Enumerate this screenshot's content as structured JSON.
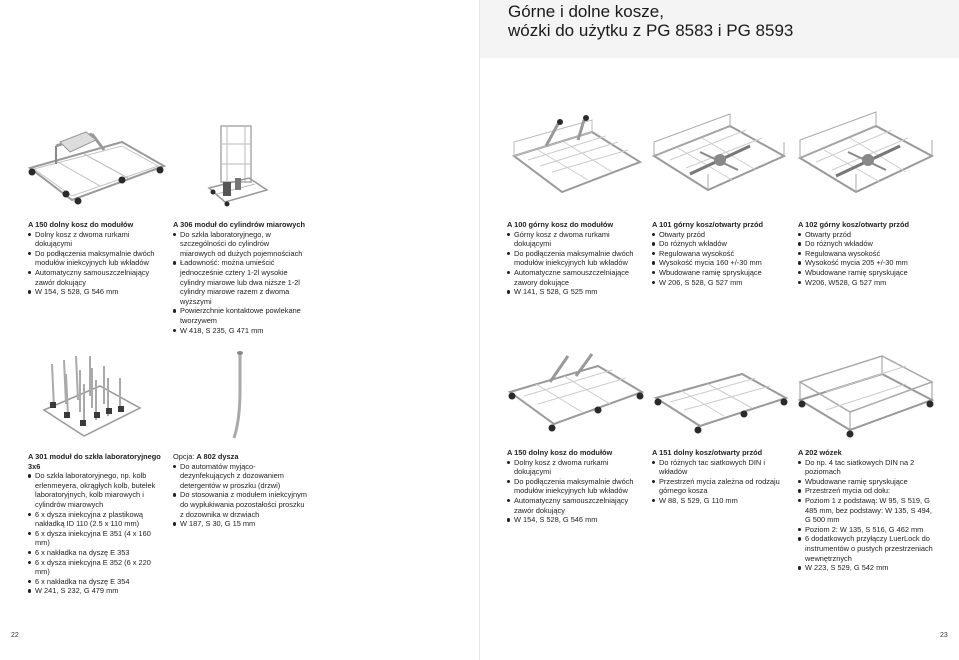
{
  "header": {
    "title_line1": "Górne i dolne kosze,",
    "title_line2": "wózki do użytku z PG 8583 i PG 8593"
  },
  "products_top": [
    {
      "title": "A 150 dolny kosz do modułów",
      "bullets": [
        "Dolny kosz z dwoma rurkami dokującymi",
        "Do podłączenia maksymalnie dwóch modułów iniekcyjnych lub wkładów",
        "Automatyczny samouszczelniający zawór dokujący",
        "W 154, S 528, G 546 mm"
      ]
    },
    {
      "title": "A 306 moduł do cylindrów miarowych",
      "bullets": [
        "Do szkła laboratoryjnego, w szczególności do cylindrów miarowych od dużych pojemnościach",
        "Ładowność: można umieścić jednocześnie cztery 1-2l wysokie cylindry miarowe lub dwa niższe 1-2l cylindry miarowe razem z dwoma wyższymi",
        "Powierzchnie kontaktowe powlekane tworzywem",
        "W 418, S 235, G 471 mm"
      ]
    },
    {
      "title": "A 100 górny kosz do modułów",
      "bullets": [
        "Górny kosz z dwoma rurkami dokującymi",
        "Do podłączenia maksymalnie dwóch modułów iniekcyjnych lub wkładów",
        "Automatyczne samouszczelniające zawory dokujące",
        "W 141, S 528, G 525 mm"
      ]
    },
    {
      "title": "A 101 górny kosz/otwarty przód",
      "bullets": [
        "Otwarty przód",
        "Do różnych wkładów",
        "Regulowana wysokość",
        "Wysokość mycia 160 +/-30 mm",
        "Wbudowane ramię spryskujące",
        "W 206, S 528, G 527 mm"
      ]
    },
    {
      "title": "A 102 górny kosz/otwarty przód",
      "bullets": [
        "Otwarty przód",
        "Do różnych wkładów",
        "Regulowana wysokość",
        "Wysokość mycia 205 +/-30 mm",
        "Wbudowane ramię spryskujące",
        "W206, W528, G 527 mm"
      ]
    }
  ],
  "products_bottom": [
    {
      "title": "A 301 moduł do szkła laboratoryjnego 3x6",
      "bullets": [
        "Do szkła laboratoryjnego, np. kolb erlenmeyera, okrągłych kolb, butelek laboratoryjnych, kolb miarowych i cylindrów miarowych",
        "6 x dysza iniekcyjna z plastikową nakładką ID 110 (2.5 x 110 mm)",
        "6 x dysza iniekcyjna E 351 (4 x 160 mm)",
        "6 x nakładka na dyszę E 353",
        "6 x dysza iniekcyjna E 352 (6 x 220 mm)",
        "6 x nakładka na dyszę E 354",
        "W 241, S 232, G 479 mm"
      ]
    },
    {
      "title_prefix": "Opcja: ",
      "title": "A 802 dysza",
      "bullets": [
        "Do automatów myjąco-dezynfekujących z dozowaniem detergentów w proszku (drzwi)",
        "Do stosowania z modułem iniekcyjnym do wypłukiwania pozostałości proszku z dozownika w drzwiach",
        "W 187, S 30, G 15 mm"
      ]
    },
    {
      "title": "A 150 dolny kosz do modułów",
      "bullets": [
        "Dolny kosz z dwoma rurkami dokującymi",
        "Do podłączenia maksymalnie dwóch modułów iniekcyjnych lub wkładów",
        "Automatyczny samouszczelniający zawór dokujący",
        "W 154, S 528, G 546 mm"
      ]
    },
    {
      "title": "A 151 dolny kosz/otwarty przód",
      "bullets": [
        "Do różnych tac siatkowych DIN i wkładów",
        "Przestrzeń mycia zależna od rodzaju górnego kosza",
        "W 88, S 529, G 110 mm"
      ]
    },
    {
      "title": "A 202 wózek",
      "bullets": [
        "Do np. 4 tac siatkowych DIN na 2 poziomach",
        "Wbudowane ramię spryskujące",
        "Przestrzeń mycia od dołu:",
        "Poziom 1 z podstawą: W 95, S 519, G 485 mm, bez podstawy: W 135, S 494, G 500 mm",
        "Poziom 2: W 135, S 516, G 462 mm",
        "6 dodatkowych przyłączy LuerLock do instrumentów o pustych przestrzeniach wewnętrznych",
        "W 223, S 529, G 542 mm"
      ]
    }
  ],
  "page_numbers": {
    "left": "22",
    "right": "23"
  },
  "colors": {
    "header_band": "#f4f4f4",
    "metal": "#9a9a9a",
    "wheel": "#2a2a2a"
  }
}
